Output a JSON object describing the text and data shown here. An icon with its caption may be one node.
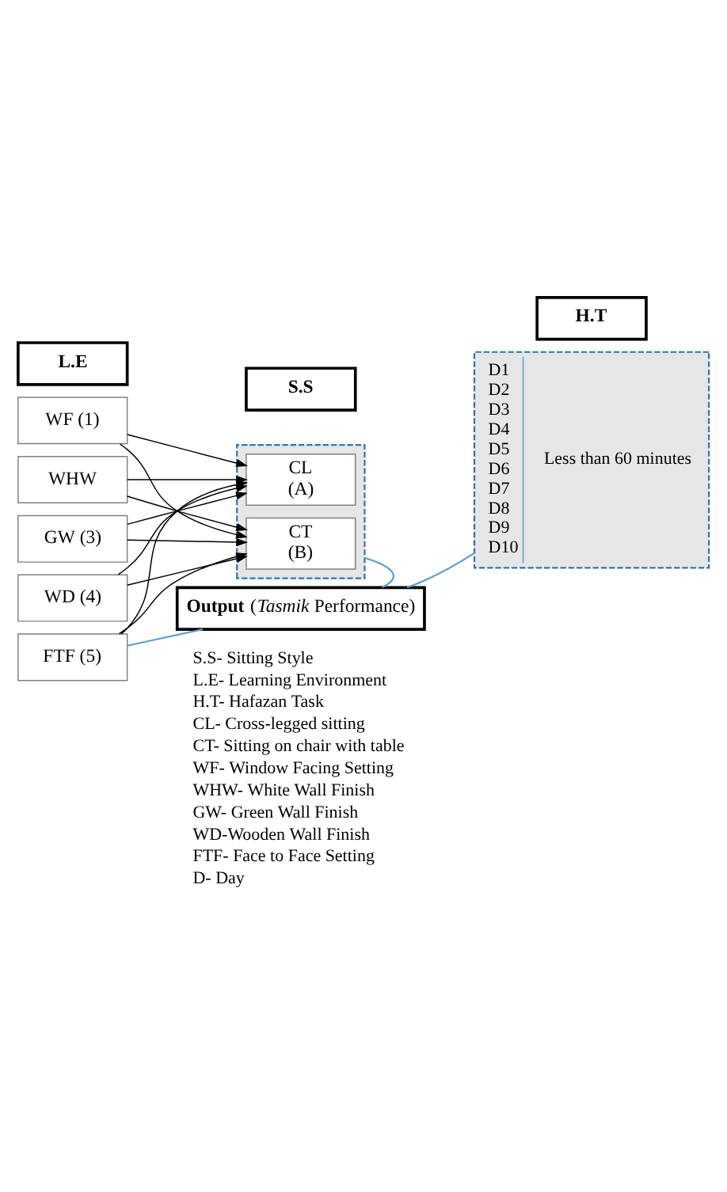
{
  "diagram": {
    "nodes": [
      {
        "text": [
          "L.E"
        ]
      },
      {
        "text": [
          "S.S"
        ]
      },
      {
        "text": [
          "H.T"
        ]
      },
      {
        "text": [
          "WF (1)"
        ]
      },
      {
        "text": [
          "WHW"
        ]
      },
      {
        "text": [
          "GW (3)"
        ]
      },
      {
        "text": [
          "WD (4)"
        ]
      },
      {
        "text": [
          "FTF (5)"
        ]
      },
      {
        "text": [],
        "shape": "box"
      },
      {
        "text": [
          "CL",
          "(A)"
        ],
        "in": 8
      },
      {
        "text": [
          "CT",
          "(B)"
        ],
        "in": 8
      },
      {
        "text": [
          "D1",
          "D2",
          "D3",
          "D4",
          "D5",
          "D6",
          "D7",
          "D8",
          "D9",
          "D10",
          "Less than 60 minutes"
        ]
      },
      {
        "text": [
          "**Output** (*Tasmik* Performance)"
        ]
      }
    ],
    "edges": [
      {
        "from": 3,
        "to": 9,
        "arrow": "to"
      },
      {
        "from": 3,
        "to": 10,
        "arrow": "to"
      },
      {
        "from": 4,
        "to": 9,
        "arrow": "to"
      },
      {
        "from": 4,
        "to": 10,
        "arrow": "to"
      },
      {
        "from": 5,
        "to": 9,
        "arrow": "to"
      },
      {
        "from": 5,
        "to": 10,
        "arrow": "to"
      },
      {
        "from": 6,
        "to": 9,
        "arrow": "to"
      },
      {
        "from": 6,
        "to": 10,
        "arrow": "to"
      },
      {
        "from": 7,
        "to": 9,
        "arrow": "to"
      },
      {
        "from": 7,
        "to": 10,
        "arrow": "to"
      },
      {
        "from": 7,
        "to": 12,
        "arrow": "none",
        "color": "#5b9bd5"
      },
      {
        "from": 8,
        "to": 12,
        "arrow": "none",
        "color": "#5b9bd5"
      },
      {
        "from": 11,
        "to": 12,
        "arrow": "none",
        "color": "#5b9bd5"
      }
    ],
    "labels": [
      "S.S- Sitting Style",
      "L.E- Learning Environment",
      "H.T- Hafazan Task",
      "CL- Cross-legged sitting",
      "CT- Sitting on chair with table",
      "WF- Window Facing Setting",
      "WHW- White Wall Finish",
      "GW- Green Wall Finish",
      "WD-Wooden Wall Finish",
      "FTF- Face to Face Setting",
      "D- Day"
    ]
  }
}
